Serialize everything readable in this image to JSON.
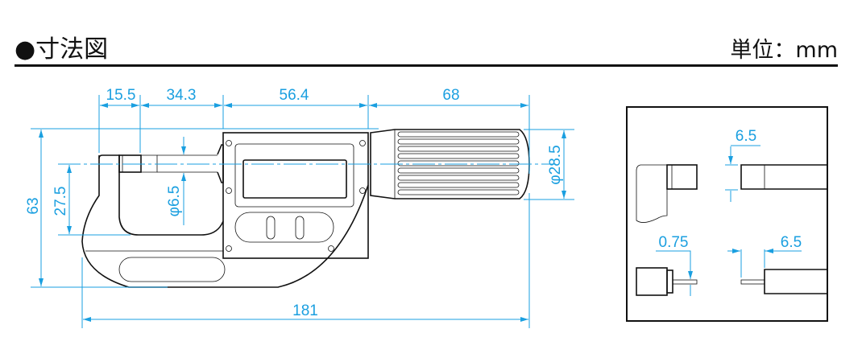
{
  "header": {
    "title": "●寸法図",
    "unit": "単位：mm"
  },
  "main_view": {
    "dims": {
      "d1": "15.5",
      "d2": "34.3",
      "d3": "56.4",
      "d4": "68",
      "total_length": "181",
      "height": "63",
      "throat": "27.5",
      "spindle_dia": "φ6.5",
      "thimble_dia": "φ28.5"
    }
  },
  "detail_view": {
    "face_dia": "6.5",
    "blade_thickness": "0.75",
    "blade_length": "6.5"
  },
  "colors": {
    "dimension": "#1a9fe0",
    "outline": "#111111"
  }
}
